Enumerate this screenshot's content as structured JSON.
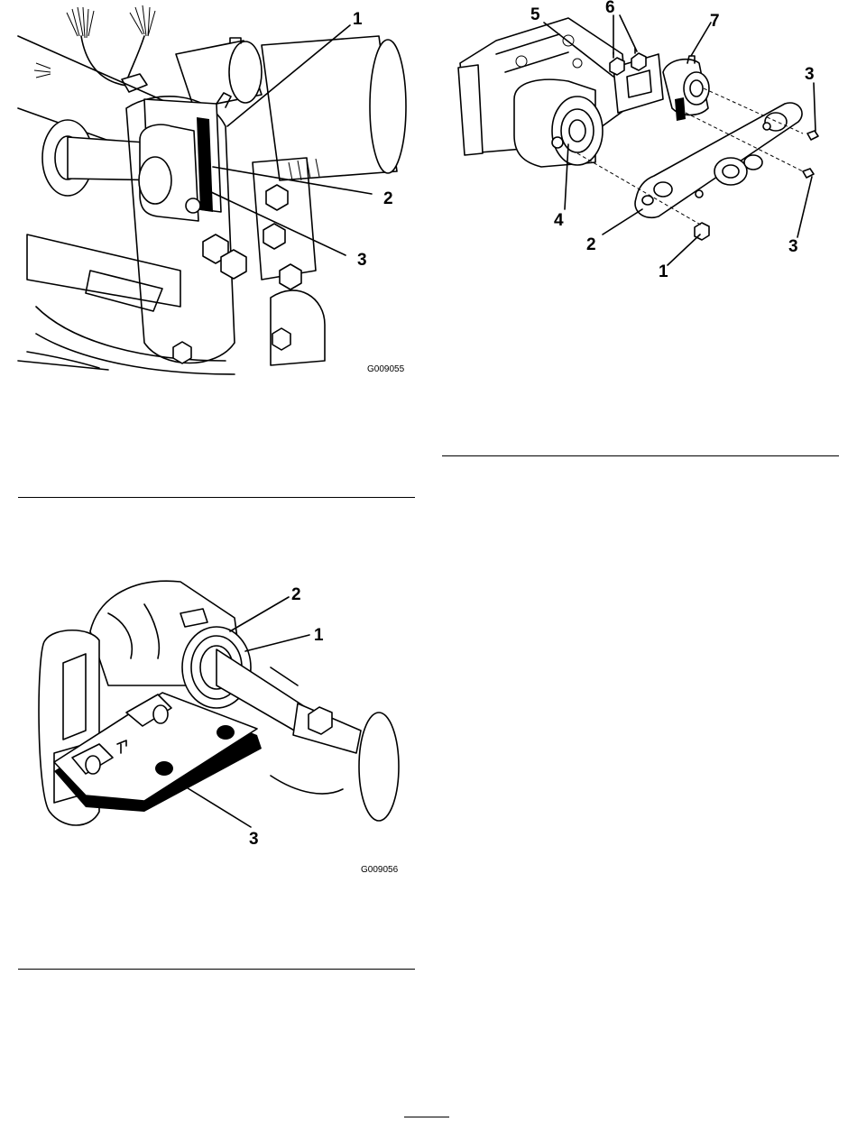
{
  "figures": [
    {
      "id": "G009055",
      "callouts": [
        "1",
        "2",
        "3"
      ]
    },
    {
      "id": "G009056",
      "callouts": [
        "2",
        "1",
        "3"
      ]
    },
    {
      "callouts": [
        "5",
        "6",
        "7",
        "3",
        "4",
        "2",
        "1",
        "3"
      ]
    }
  ]
}
